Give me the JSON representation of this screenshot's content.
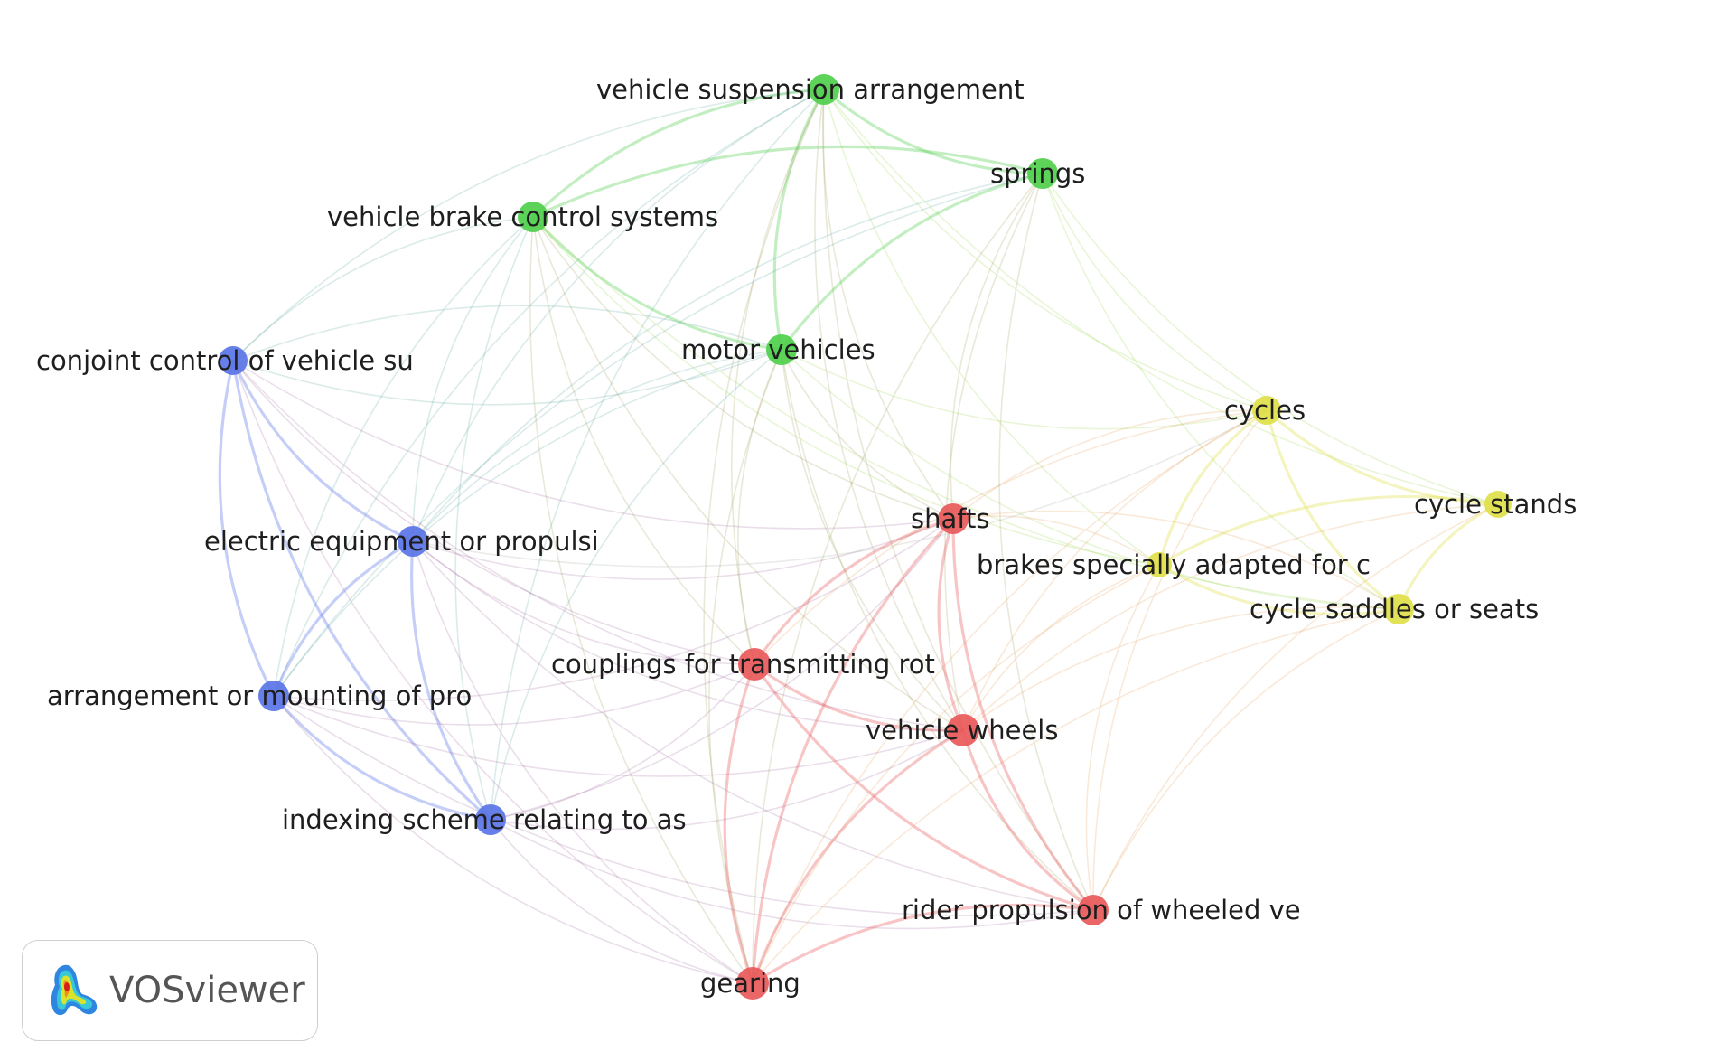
{
  "app": {
    "brand": "VOSviewer",
    "logo_icon": "vosviewer-logo-icon"
  },
  "clusters": [
    {
      "id": 1,
      "color": "#e8595a"
    },
    {
      "id": 2,
      "color": "#4fcf4c"
    },
    {
      "id": 3,
      "color": "#5a74e6"
    },
    {
      "id": 4,
      "color": "#dfe04a"
    }
  ],
  "nodes": [
    {
      "id": "vsa",
      "label": "vehicle suspension arrangement",
      "cluster": 2
    },
    {
      "id": "spr",
      "label": "springs",
      "cluster": 2
    },
    {
      "id": "vbc",
      "label": "vehicle brake control systems",
      "cluster": 2
    },
    {
      "id": "mv",
      "label": "motor vehicles",
      "cluster": 2
    },
    {
      "id": "cc",
      "label": "conjoint control of vehicle su",
      "cluster": 3
    },
    {
      "id": "ee",
      "label": "electric equipment or propulsi",
      "cluster": 3
    },
    {
      "id": "am",
      "label": "arrangement or mounting of pro",
      "cluster": 3
    },
    {
      "id": "is",
      "label": "indexing scheme relating to as",
      "cluster": 3
    },
    {
      "id": "cyc",
      "label": "cycles",
      "cluster": 4
    },
    {
      "id": "cs",
      "label": "cycle stands",
      "cluster": 4
    },
    {
      "id": "bs",
      "label": "brakes specially adapted for c",
      "cluster": 4
    },
    {
      "id": "csa",
      "label": "cycle saddles or seats",
      "cluster": 4
    },
    {
      "id": "sh",
      "label": "shafts",
      "cluster": 1
    },
    {
      "id": "cpl",
      "label": "couplings for transmitting rot",
      "cluster": 1
    },
    {
      "id": "vw",
      "label": "vehicle wheels",
      "cluster": 1
    },
    {
      "id": "rp",
      "label": "rider propulsion of wheeled ve",
      "cluster": 1
    },
    {
      "id": "gr",
      "label": "gearing",
      "cluster": 1
    }
  ],
  "links": [
    [
      "vsa",
      "spr"
    ],
    [
      "vsa",
      "vbc"
    ],
    [
      "vsa",
      "mv"
    ],
    [
      "vsa",
      "cc"
    ],
    [
      "vsa",
      "ee"
    ],
    [
      "vsa",
      "cyc"
    ],
    [
      "vsa",
      "sh"
    ],
    [
      "vsa",
      "vw"
    ],
    [
      "vsa",
      "gr"
    ],
    [
      "vsa",
      "cs"
    ],
    [
      "vsa",
      "bs"
    ],
    [
      "vsa",
      "am"
    ],
    [
      "vsa",
      "is"
    ],
    [
      "vsa",
      "cpl"
    ],
    [
      "vsa",
      "rp"
    ],
    [
      "spr",
      "vbc"
    ],
    [
      "spr",
      "mv"
    ],
    [
      "spr",
      "cyc"
    ],
    [
      "spr",
      "csa"
    ],
    [
      "spr",
      "cs"
    ],
    [
      "spr",
      "ee"
    ],
    [
      "spr",
      "vw"
    ],
    [
      "spr",
      "sh"
    ],
    [
      "spr",
      "am"
    ],
    [
      "spr",
      "rp"
    ],
    [
      "spr",
      "gr"
    ],
    [
      "vbc",
      "mv"
    ],
    [
      "vbc",
      "ee"
    ],
    [
      "vbc",
      "am"
    ],
    [
      "vbc",
      "is"
    ],
    [
      "vbc",
      "cc"
    ],
    [
      "vbc",
      "sh"
    ],
    [
      "vbc",
      "vw"
    ],
    [
      "vbc",
      "cpl"
    ],
    [
      "vbc",
      "csa"
    ],
    [
      "vbc",
      "gr"
    ],
    [
      "vbc",
      "bs"
    ],
    [
      "mv",
      "ee"
    ],
    [
      "mv",
      "am"
    ],
    [
      "mv",
      "is"
    ],
    [
      "mv",
      "cc"
    ],
    [
      "mv",
      "cyc"
    ],
    [
      "mv",
      "sh"
    ],
    [
      "mv",
      "vw"
    ],
    [
      "mv",
      "cpl"
    ],
    [
      "mv",
      "gr"
    ],
    [
      "mv",
      "csa"
    ],
    [
      "mv",
      "rp"
    ],
    [
      "cc",
      "ee"
    ],
    [
      "cc",
      "am"
    ],
    [
      "cc",
      "is"
    ],
    [
      "cc",
      "gr"
    ],
    [
      "cc",
      "mv"
    ],
    [
      "cc",
      "sh"
    ],
    [
      "cc",
      "vw"
    ],
    [
      "cc",
      "cpl"
    ],
    [
      "ee",
      "am"
    ],
    [
      "ee",
      "is"
    ],
    [
      "ee",
      "gr"
    ],
    [
      "ee",
      "cpl"
    ],
    [
      "ee",
      "vw"
    ],
    [
      "ee",
      "sh"
    ],
    [
      "ee",
      "rp"
    ],
    [
      "ee",
      "cyc"
    ],
    [
      "am",
      "is"
    ],
    [
      "am",
      "gr"
    ],
    [
      "am",
      "cpl"
    ],
    [
      "am",
      "vw"
    ],
    [
      "am",
      "rp"
    ],
    [
      "am",
      "sh"
    ],
    [
      "is",
      "gr"
    ],
    [
      "is",
      "cpl"
    ],
    [
      "is",
      "vw"
    ],
    [
      "is",
      "rp"
    ],
    [
      "is",
      "sh"
    ],
    [
      "cyc",
      "cs"
    ],
    [
      "cyc",
      "csa"
    ],
    [
      "cyc",
      "bs"
    ],
    [
      "cyc",
      "rp"
    ],
    [
      "cyc",
      "vw"
    ],
    [
      "cyc",
      "sh"
    ],
    [
      "cyc",
      "cpl"
    ],
    [
      "cyc",
      "gr"
    ],
    [
      "cs",
      "csa"
    ],
    [
      "cs",
      "bs"
    ],
    [
      "cs",
      "vw"
    ],
    [
      "cs",
      "rp"
    ],
    [
      "bs",
      "csa"
    ],
    [
      "bs",
      "rp"
    ],
    [
      "bs",
      "vw"
    ],
    [
      "bs",
      "gr"
    ],
    [
      "bs",
      "sh"
    ],
    [
      "csa",
      "rp"
    ],
    [
      "csa",
      "vw"
    ],
    [
      "csa",
      "gr"
    ],
    [
      "csa",
      "sh"
    ],
    [
      "sh",
      "cpl"
    ],
    [
      "sh",
      "vw"
    ],
    [
      "sh",
      "gr"
    ],
    [
      "sh",
      "rp"
    ],
    [
      "cpl",
      "vw"
    ],
    [
      "cpl",
      "gr"
    ],
    [
      "cpl",
      "rp"
    ],
    [
      "vw",
      "gr"
    ],
    [
      "vw",
      "rp"
    ],
    [
      "rp",
      "gr"
    ]
  ]
}
